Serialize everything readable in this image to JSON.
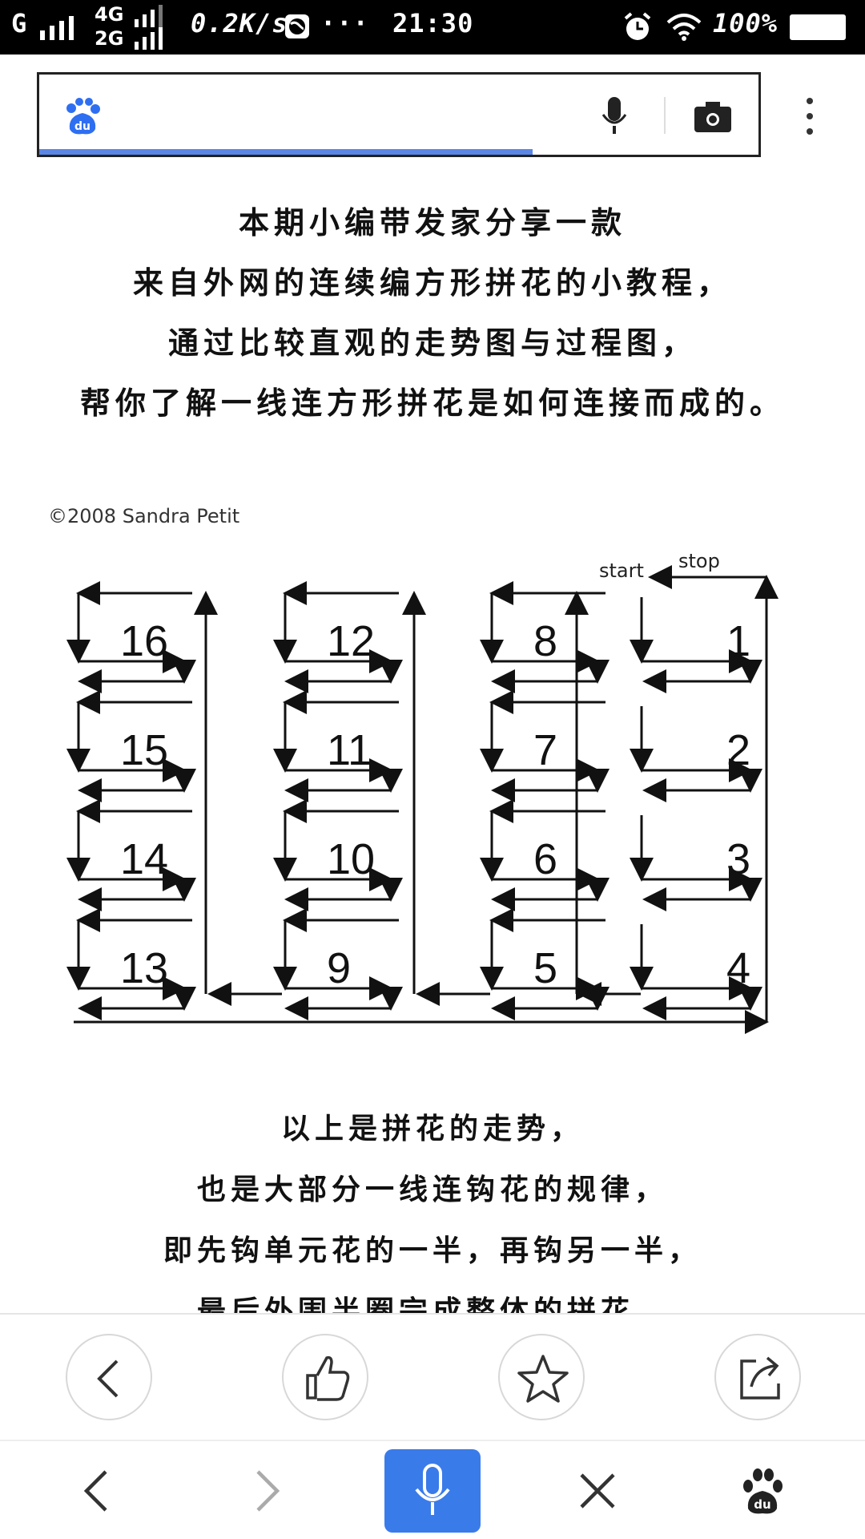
{
  "status_bar": {
    "carrier": "G",
    "net1": "4G",
    "net2": "2G",
    "speed": "0.2K/s",
    "dots": "···",
    "time": "21:30",
    "battery": "100%"
  },
  "search_bar": {
    "logo": "du",
    "page_load_progress": 0.7
  },
  "article": {
    "intro_lines": [
      "本期小编带发家分享一款",
      "来自外网的连续编方形拼花的小教程，",
      "通过比较直观的走势图与过程图，",
      "帮你了解一线连方形拼花是如何连接而成的。"
    ],
    "figure": {
      "credit": "©2008 Sandra Petit",
      "start_label": "start",
      "stop_label": "stop",
      "numbers": [
        "16",
        "15",
        "14",
        "13",
        "12",
        "11",
        "10",
        "9",
        "8",
        "7",
        "6",
        "5",
        "1",
        "2",
        "3",
        "4"
      ]
    },
    "outro_lines": [
      "以上是拼花的走势，",
      "也是大部分一线连钩花的规律，",
      "即先钩单元花的一半，再钩另一半，",
      "最后外围半圈完成整体的拼花。"
    ]
  },
  "bottom_toolbar": {
    "buttons": [
      "back-icon",
      "thumbs-up-icon",
      "star-icon",
      "share-icon"
    ]
  },
  "nav_bar": {
    "buttons": [
      "back-arrow-icon",
      "forward-arrow-icon",
      "microphone-icon",
      "close-icon",
      "baidu-paw-icon"
    ],
    "accent": "#3a7bea"
  }
}
